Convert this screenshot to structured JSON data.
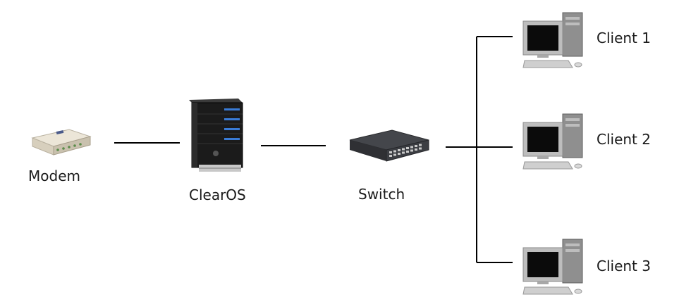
{
  "nodes": {
    "modem": {
      "label": "Modem",
      "icon": "modem-icon"
    },
    "server": {
      "label": "ClearOS",
      "icon": "server-icon"
    },
    "switch": {
      "label": "Switch",
      "icon": "switch-icon"
    },
    "client1": {
      "label": "Client 1",
      "icon": "computer-icon"
    },
    "client2": {
      "label": "Client 2",
      "icon": "computer-icon"
    },
    "client3": {
      "label": "Client 3",
      "icon": "computer-icon"
    }
  },
  "colors": {
    "line": "#000000",
    "server_body": "#1b1b1b",
    "server_led": "#3a7bd5",
    "monitor_frame": "#bdbdbd",
    "screen": "#0b0b0b"
  }
}
